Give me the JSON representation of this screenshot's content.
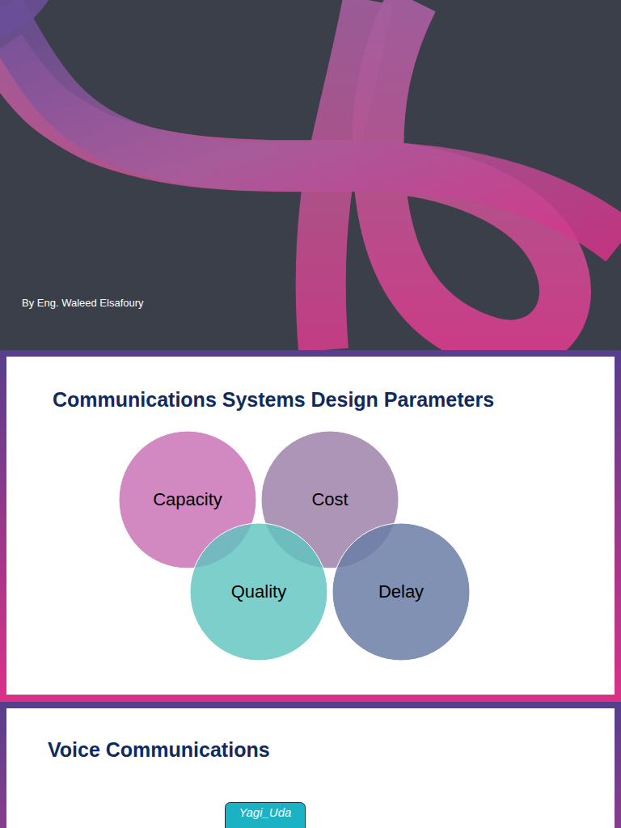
{
  "diagram": {
    "nodes": [
      {
        "text": [
          "Capacity"
        ]
      },
      {
        "text": [
          "Cost"
        ]
      },
      {
        "text": [
          "Quality"
        ]
      },
      {
        "text": [
          "Delay"
        ]
      },
      {
        "text": [
          "Yagi_Uda"
        ]
      }
    ],
    "labels": [
      "By Eng. Waleed Elsafoury",
      "Communications Systems Design Parameters",
      "Voice Communications"
    ]
  }
}
